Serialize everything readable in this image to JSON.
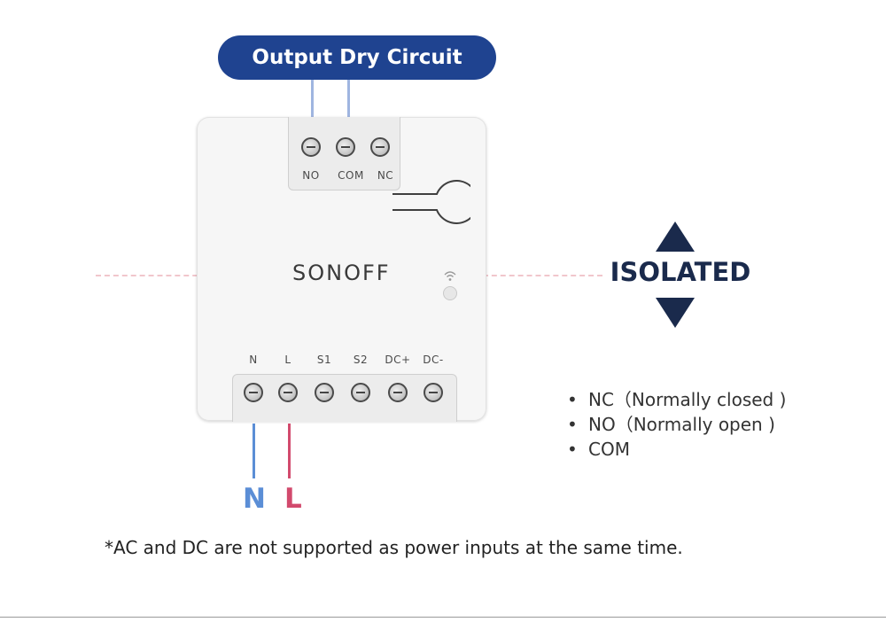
{
  "header": {
    "title": "Output Dry Circuit"
  },
  "device": {
    "brand": "SONOFF",
    "top_terminals": [
      "NO",
      "COM",
      "NC"
    ],
    "bottom_terminals": [
      "N",
      "L",
      "S1",
      "S2",
      "DC+",
      "DC-"
    ]
  },
  "isolation": {
    "label": "ISOLATED"
  },
  "wires": {
    "neutral": "N",
    "live": "L"
  },
  "legend": {
    "bullet": "•",
    "items": [
      "NC（Normally closed )",
      "NO（Normally open )",
      "COM"
    ]
  },
  "footnote": "*AC and DC are not supported as power inputs at the same time.",
  "colors": {
    "header_bg": "#1f4390",
    "neutral_wire": "#5b8ed6",
    "live_wire": "#d24a6d",
    "output_wire": "#9fb5e0",
    "isolated_text": "#1a2a4c",
    "arrow": "#1a2a4c",
    "dashed_line": "#f1c6cc"
  }
}
